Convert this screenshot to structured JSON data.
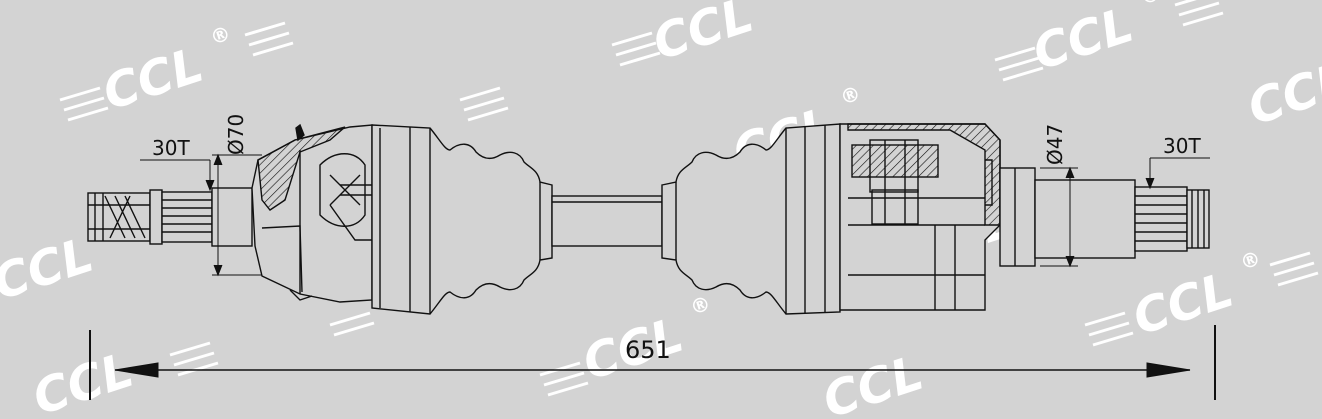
{
  "watermark": {
    "brand": "CCL",
    "registered": "®"
  },
  "labels": {
    "left_spline": "30T",
    "right_spline": "30T",
    "outer_diameter": "Ø70",
    "inner_diameter": "Ø47",
    "overall_length": "651"
  },
  "colors": {
    "background": "#d3d3d3",
    "line": "#111111",
    "watermark": "#ffffff"
  }
}
